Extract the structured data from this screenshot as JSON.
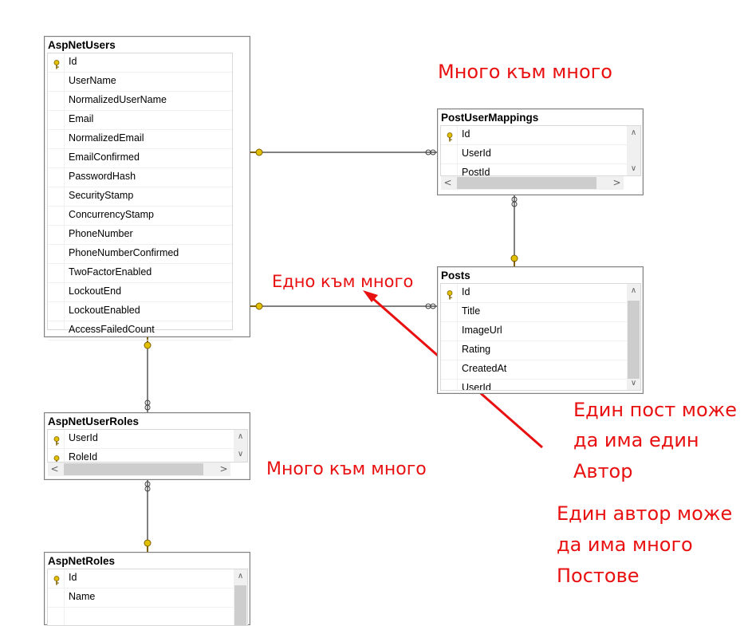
{
  "tables": {
    "asp_net_users": {
      "title": "AspNetUsers",
      "columns": [
        "Id",
        "UserName",
        "NormalizedUserName",
        "Email",
        "NormalizedEmail",
        "EmailConfirmed",
        "PasswordHash",
        "SecurityStamp",
        "ConcurrencyStamp",
        "PhoneNumber",
        "PhoneNumberConfirmed",
        "TwoFactorEnabled",
        "LockoutEnd",
        "LockoutEnabled",
        "AccessFailedCount"
      ]
    },
    "post_user_mappings": {
      "title": "PostUserMappings",
      "columns": [
        "Id",
        "UserId",
        "PostId"
      ]
    },
    "posts": {
      "title": "Posts",
      "columns": [
        "Id",
        "Title",
        "ImageUrl",
        "Rating",
        "CreatedAt",
        "UserId"
      ]
    },
    "asp_net_user_roles": {
      "title": "AspNetUserRoles",
      "columns": [
        "UserId",
        "RoleId"
      ]
    },
    "asp_net_roles": {
      "title": "AspNetRoles",
      "columns": [
        "Id",
        "Name"
      ]
    }
  },
  "annotations": {
    "many_to_many_top": "Много към много",
    "one_to_many": "Едно към много",
    "many_to_many_bottom": "Много към много",
    "post_author_line1": "Един пост може",
    "post_author_line2": "да има един",
    "post_author_line3": "Автор",
    "author_posts_line1": "Един автор може",
    "author_posts_line2": "да има много",
    "author_posts_line3": "Постове"
  },
  "colors": {
    "annotation": "#e81010",
    "key_icon": "#e0c000",
    "border": "#7f7f7f"
  }
}
